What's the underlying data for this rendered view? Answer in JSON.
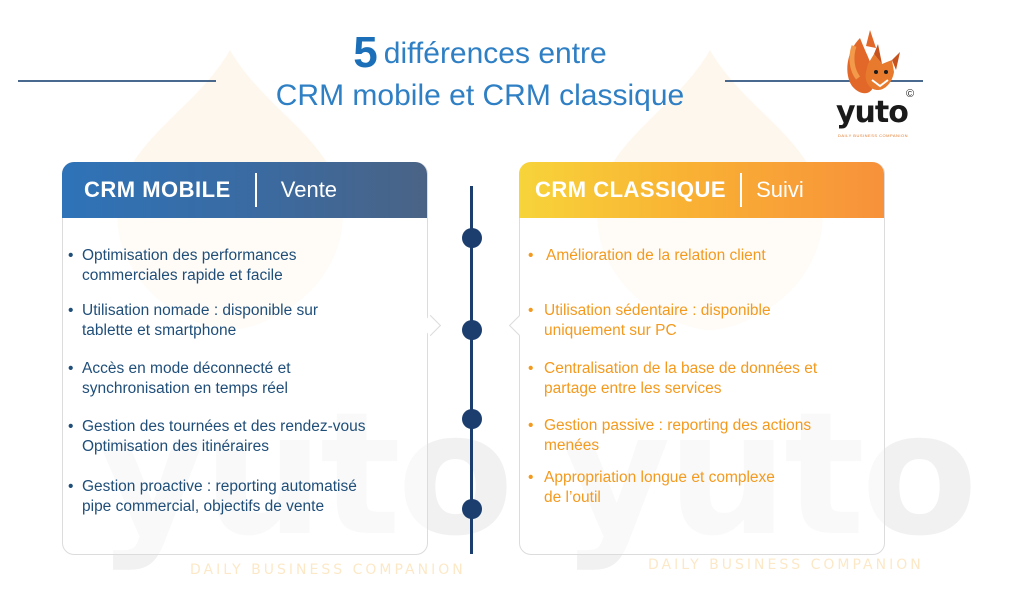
{
  "title": {
    "number": "5",
    "line1": "différences entre",
    "line2": "CRM mobile et CRM classique"
  },
  "logo": {
    "wordmark": "yuto",
    "copyright": "©",
    "tagline": "DAILY BUSINESS COMPANION"
  },
  "watermark": {
    "word": "yuto",
    "tagline": "DAILY BUSINESS COMPANION"
  },
  "left_panel": {
    "title": "CRM MOBILE",
    "subtitle": "Vente",
    "bullet": "•",
    "items": [
      {
        "line1": "Optimisation des performances",
        "line2": "commerciales rapide et facile"
      },
      {
        "line1": "Utilisation nomade : disponible sur",
        "line2": "tablette et smartphone"
      },
      {
        "line1": "Accès en mode déconnecté et",
        "line2": "synchronisation en temps réel"
      },
      {
        "line1": "Gestion des tournées et des rendez-vous",
        "line2": "Optimisation des itinéraires"
      },
      {
        "line1": "Gestion proactive : reporting automatisé",
        "line2": "pipe commercial, objectifs de vente"
      }
    ]
  },
  "right_panel": {
    "title": "CRM CLASSIQUE",
    "subtitle": "Suivi",
    "bullet": "•",
    "items": [
      {
        "line1": "Amélioration de la relation client",
        "line2": ""
      },
      {
        "line1": "Utilisation sédentaire : disponible",
        "line2": "uniquement sur PC"
      },
      {
        "line1": "Centralisation de la base de données et",
        "line2": "partage entre les services"
      },
      {
        "line1": "Gestion passive : reporting des actions",
        "line2": "menées"
      },
      {
        "line1": "Appropriation longue et complexe",
        "line2": "de l’outil"
      }
    ]
  },
  "colors": {
    "primary_blue": "#2f7fc4",
    "dark_blue": "#1c3e6e",
    "orange": "#f39a1e",
    "yellow": "#f7d43a"
  }
}
